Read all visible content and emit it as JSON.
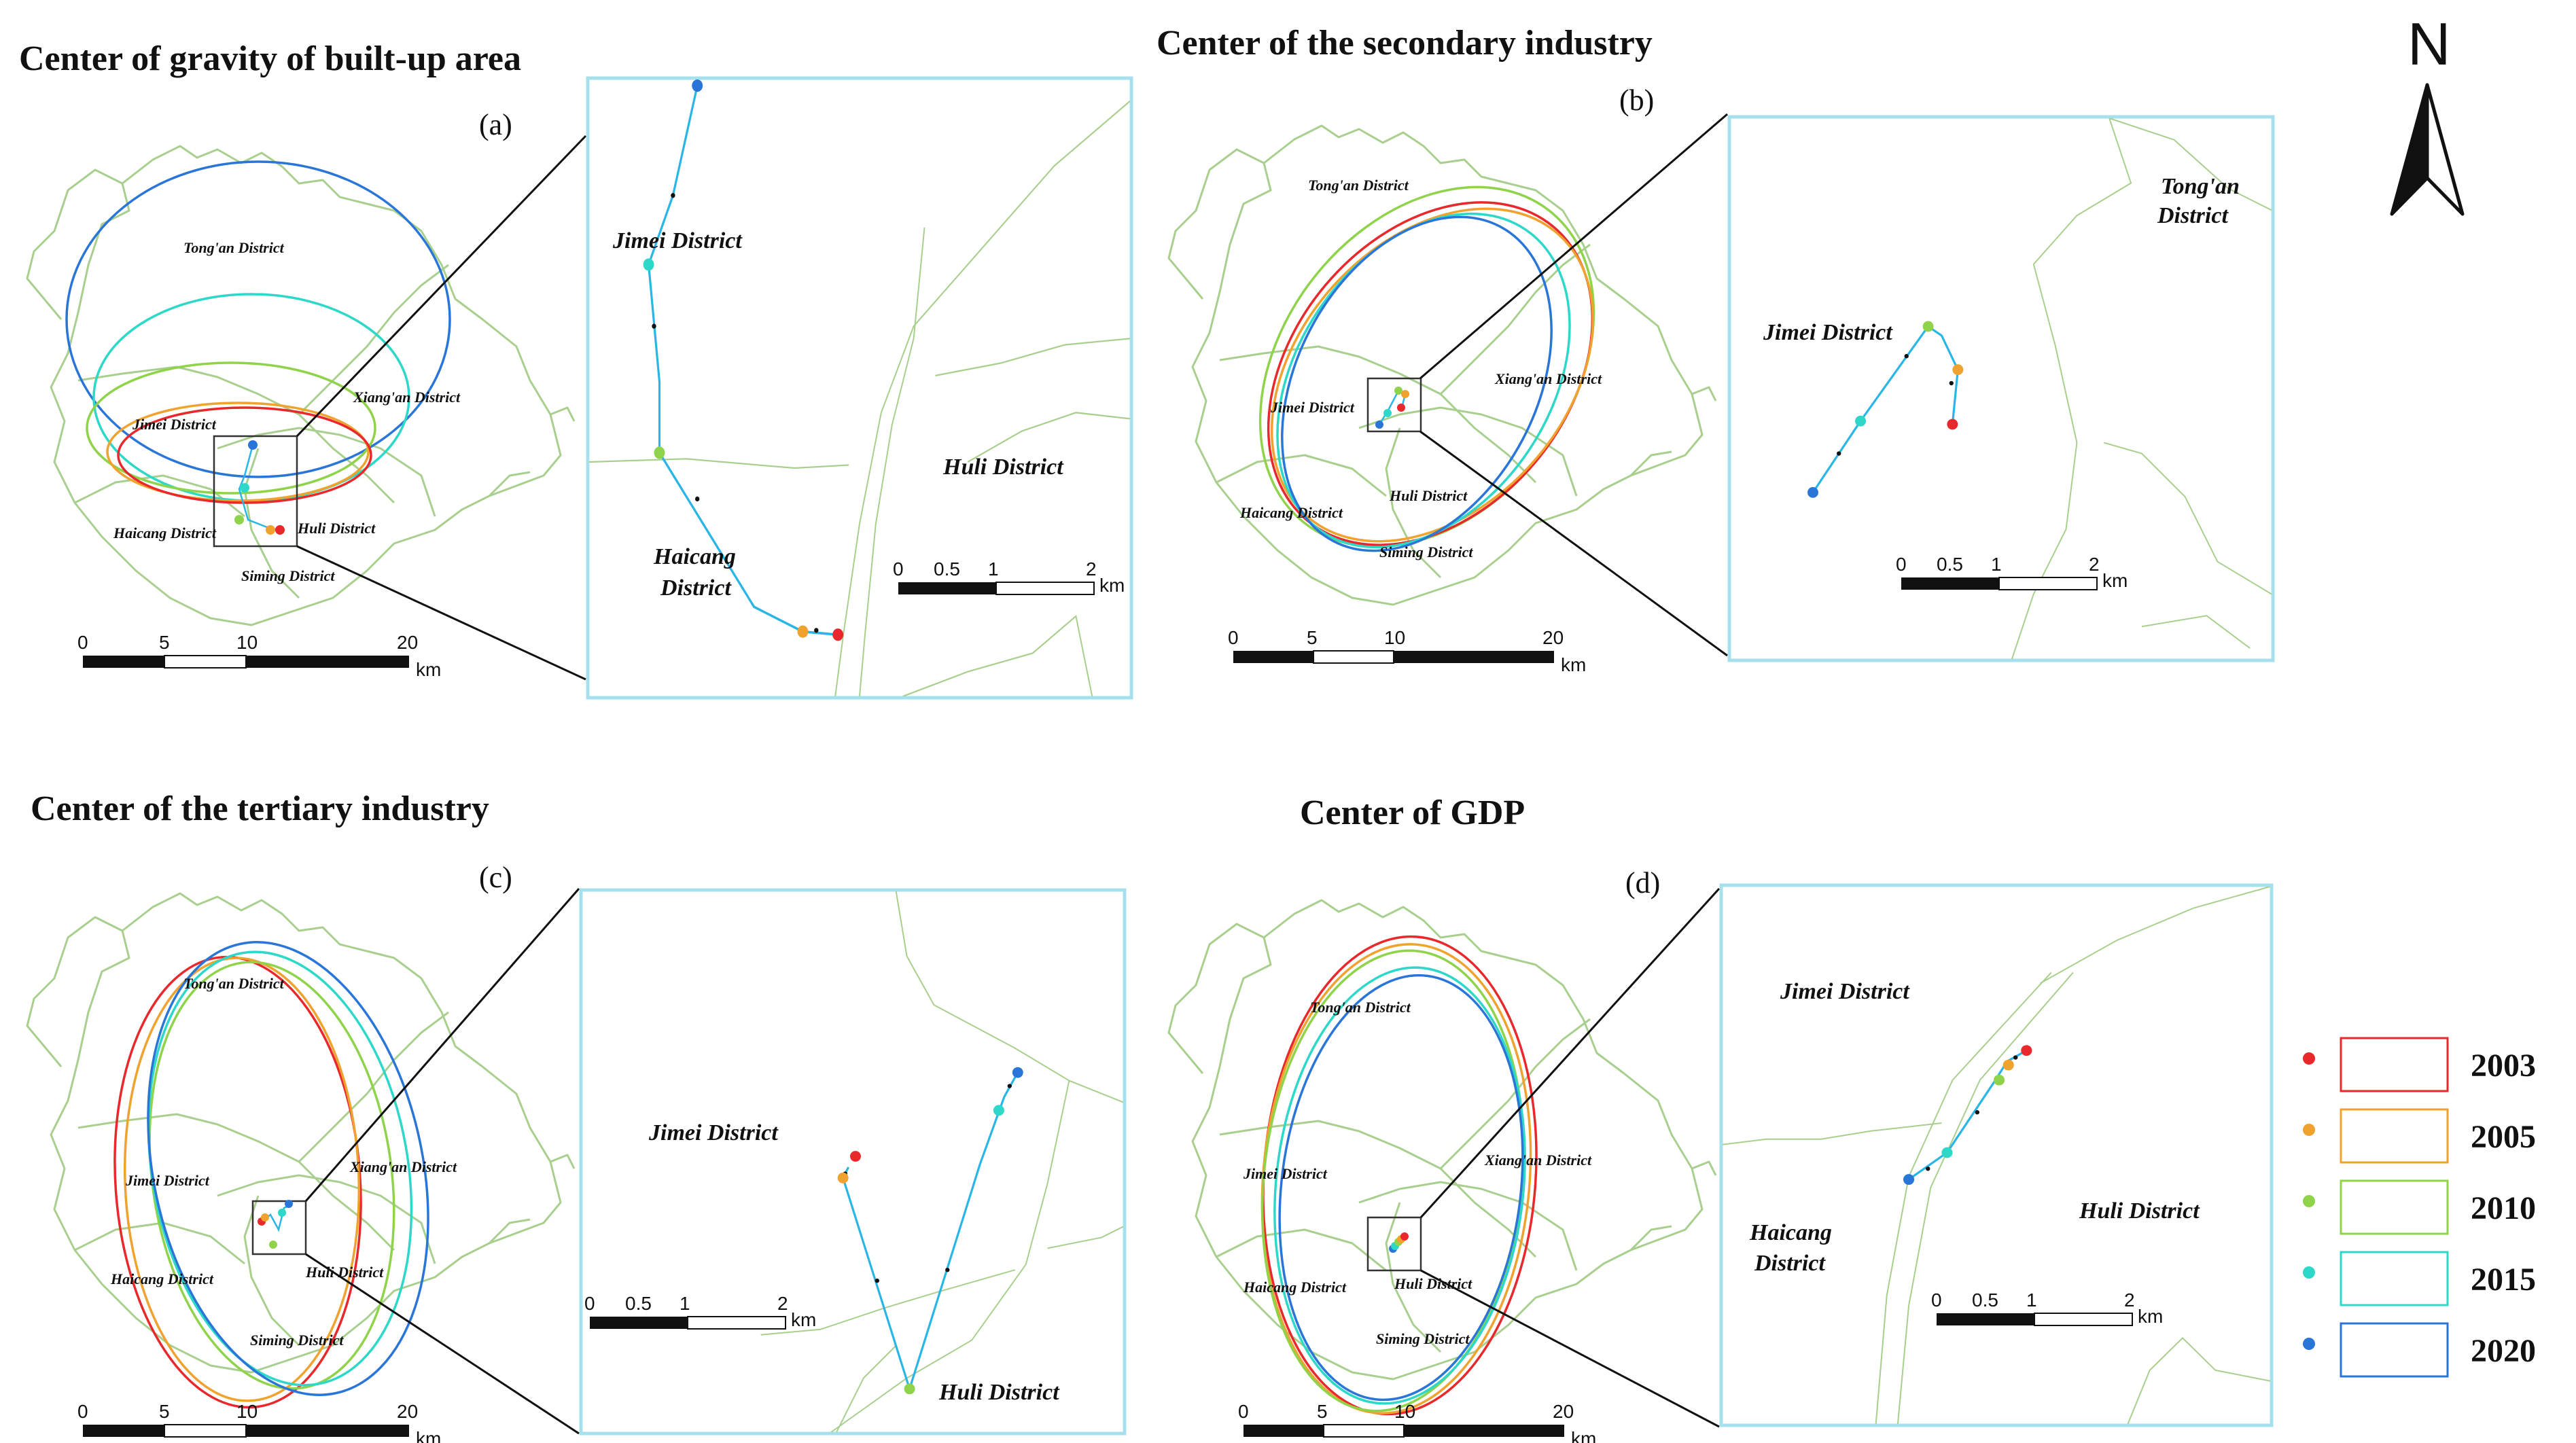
{
  "colors": {
    "2003": "#e8282b",
    "2005": "#f0a22e",
    "2010": "#8fd34a",
    "2015": "#2ed8c9",
    "2020": "#2a76d8",
    "boundary": "#a9cf8e",
    "path": "#29b6e6",
    "inset_frame": "#a6e0ec"
  },
  "north_arrow": {
    "label": "N"
  },
  "legend": {
    "items": [
      {
        "year": "2003",
        "color": "#e8282b"
      },
      {
        "year": "2005",
        "color": "#f0a22e"
      },
      {
        "year": "2010",
        "color": "#8fd34a"
      },
      {
        "year": "2015",
        "color": "#2ed8c9"
      },
      {
        "year": "2020",
        "color": "#2a76d8"
      }
    ]
  },
  "panels": {
    "a": {
      "title": "Center of gravity of built-up area",
      "letter": "(a)",
      "districts": {
        "tongan": "Tong'an District",
        "xiangan": "Xiang'an District",
        "jimei": "Jimei District",
        "haicang": "Haicang District",
        "huli": "Huli District",
        "siming": "Siming District"
      },
      "scale": {
        "t0": "0",
        "t1": "5",
        "t2": "10",
        "t3": "20",
        "unit": "km"
      },
      "inset": {
        "districts": {
          "jimei": "Jimei District",
          "huli": "Huli District",
          "haicang_1": "Haicang",
          "haicang_2": "District"
        },
        "scale": {
          "t0": "0",
          "t1": "0.5",
          "t2": "1",
          "t3": "2",
          "unit": "km"
        }
      }
    },
    "b": {
      "title": "Center of the secondary industry",
      "letter": "(b)",
      "districts": {
        "tongan": "Tong'an District",
        "xiangan": "Xiang'an District",
        "jimei": "Jimei District",
        "haicang": "Haicang District",
        "huli": "Huli District",
        "siming": "Siming District"
      },
      "scale": {
        "t0": "0",
        "t1": "5",
        "t2": "10",
        "t3": "20",
        "unit": "km"
      },
      "inset": {
        "districts": {
          "tongan_1": "Tong'an",
          "tongan_2": "District",
          "jimei": "Jimei District"
        },
        "scale": {
          "t0": "0",
          "t1": "0.5",
          "t2": "1",
          "t3": "2",
          "unit": "km"
        }
      }
    },
    "c": {
      "title": "Center of the tertiary industry",
      "letter": "(c)",
      "districts": {
        "tongan": "Tong'an District",
        "xiangan": "Xiang'an District",
        "jimei": "Jimei District",
        "haicang": "Haicang District",
        "huli": "Huli District",
        "siming": "Siming District"
      },
      "scale": {
        "t0": "0",
        "t1": "5",
        "t2": "10",
        "t3": "20",
        "unit": "km"
      },
      "inset": {
        "districts": {
          "jimei": "Jimei District",
          "huli": "Huli District"
        },
        "scale": {
          "t0": "0",
          "t1": "0.5",
          "t2": "1",
          "t3": "2",
          "unit": "km"
        }
      }
    },
    "d": {
      "title": "Center of GDP",
      "letter": "(d)",
      "districts": {
        "tongan": "Tong'an District",
        "xiangan": "Xiang'an District",
        "jimei": "Jimei District",
        "haicang": "Haicang District",
        "huli": "Huli District",
        "siming": "Siming District"
      },
      "scale": {
        "t0": "0",
        "t1": "5",
        "t2": "10",
        "t3": "20",
        "unit": "km"
      },
      "inset": {
        "districts": {
          "jimei": "Jimei District",
          "huli": "Huli District",
          "haicang_1": "Haicang",
          "haicang_2": "District"
        },
        "scale": {
          "t0": "0",
          "t1": "0.5",
          "t2": "1",
          "t3": "2",
          "unit": "km"
        }
      }
    }
  }
}
